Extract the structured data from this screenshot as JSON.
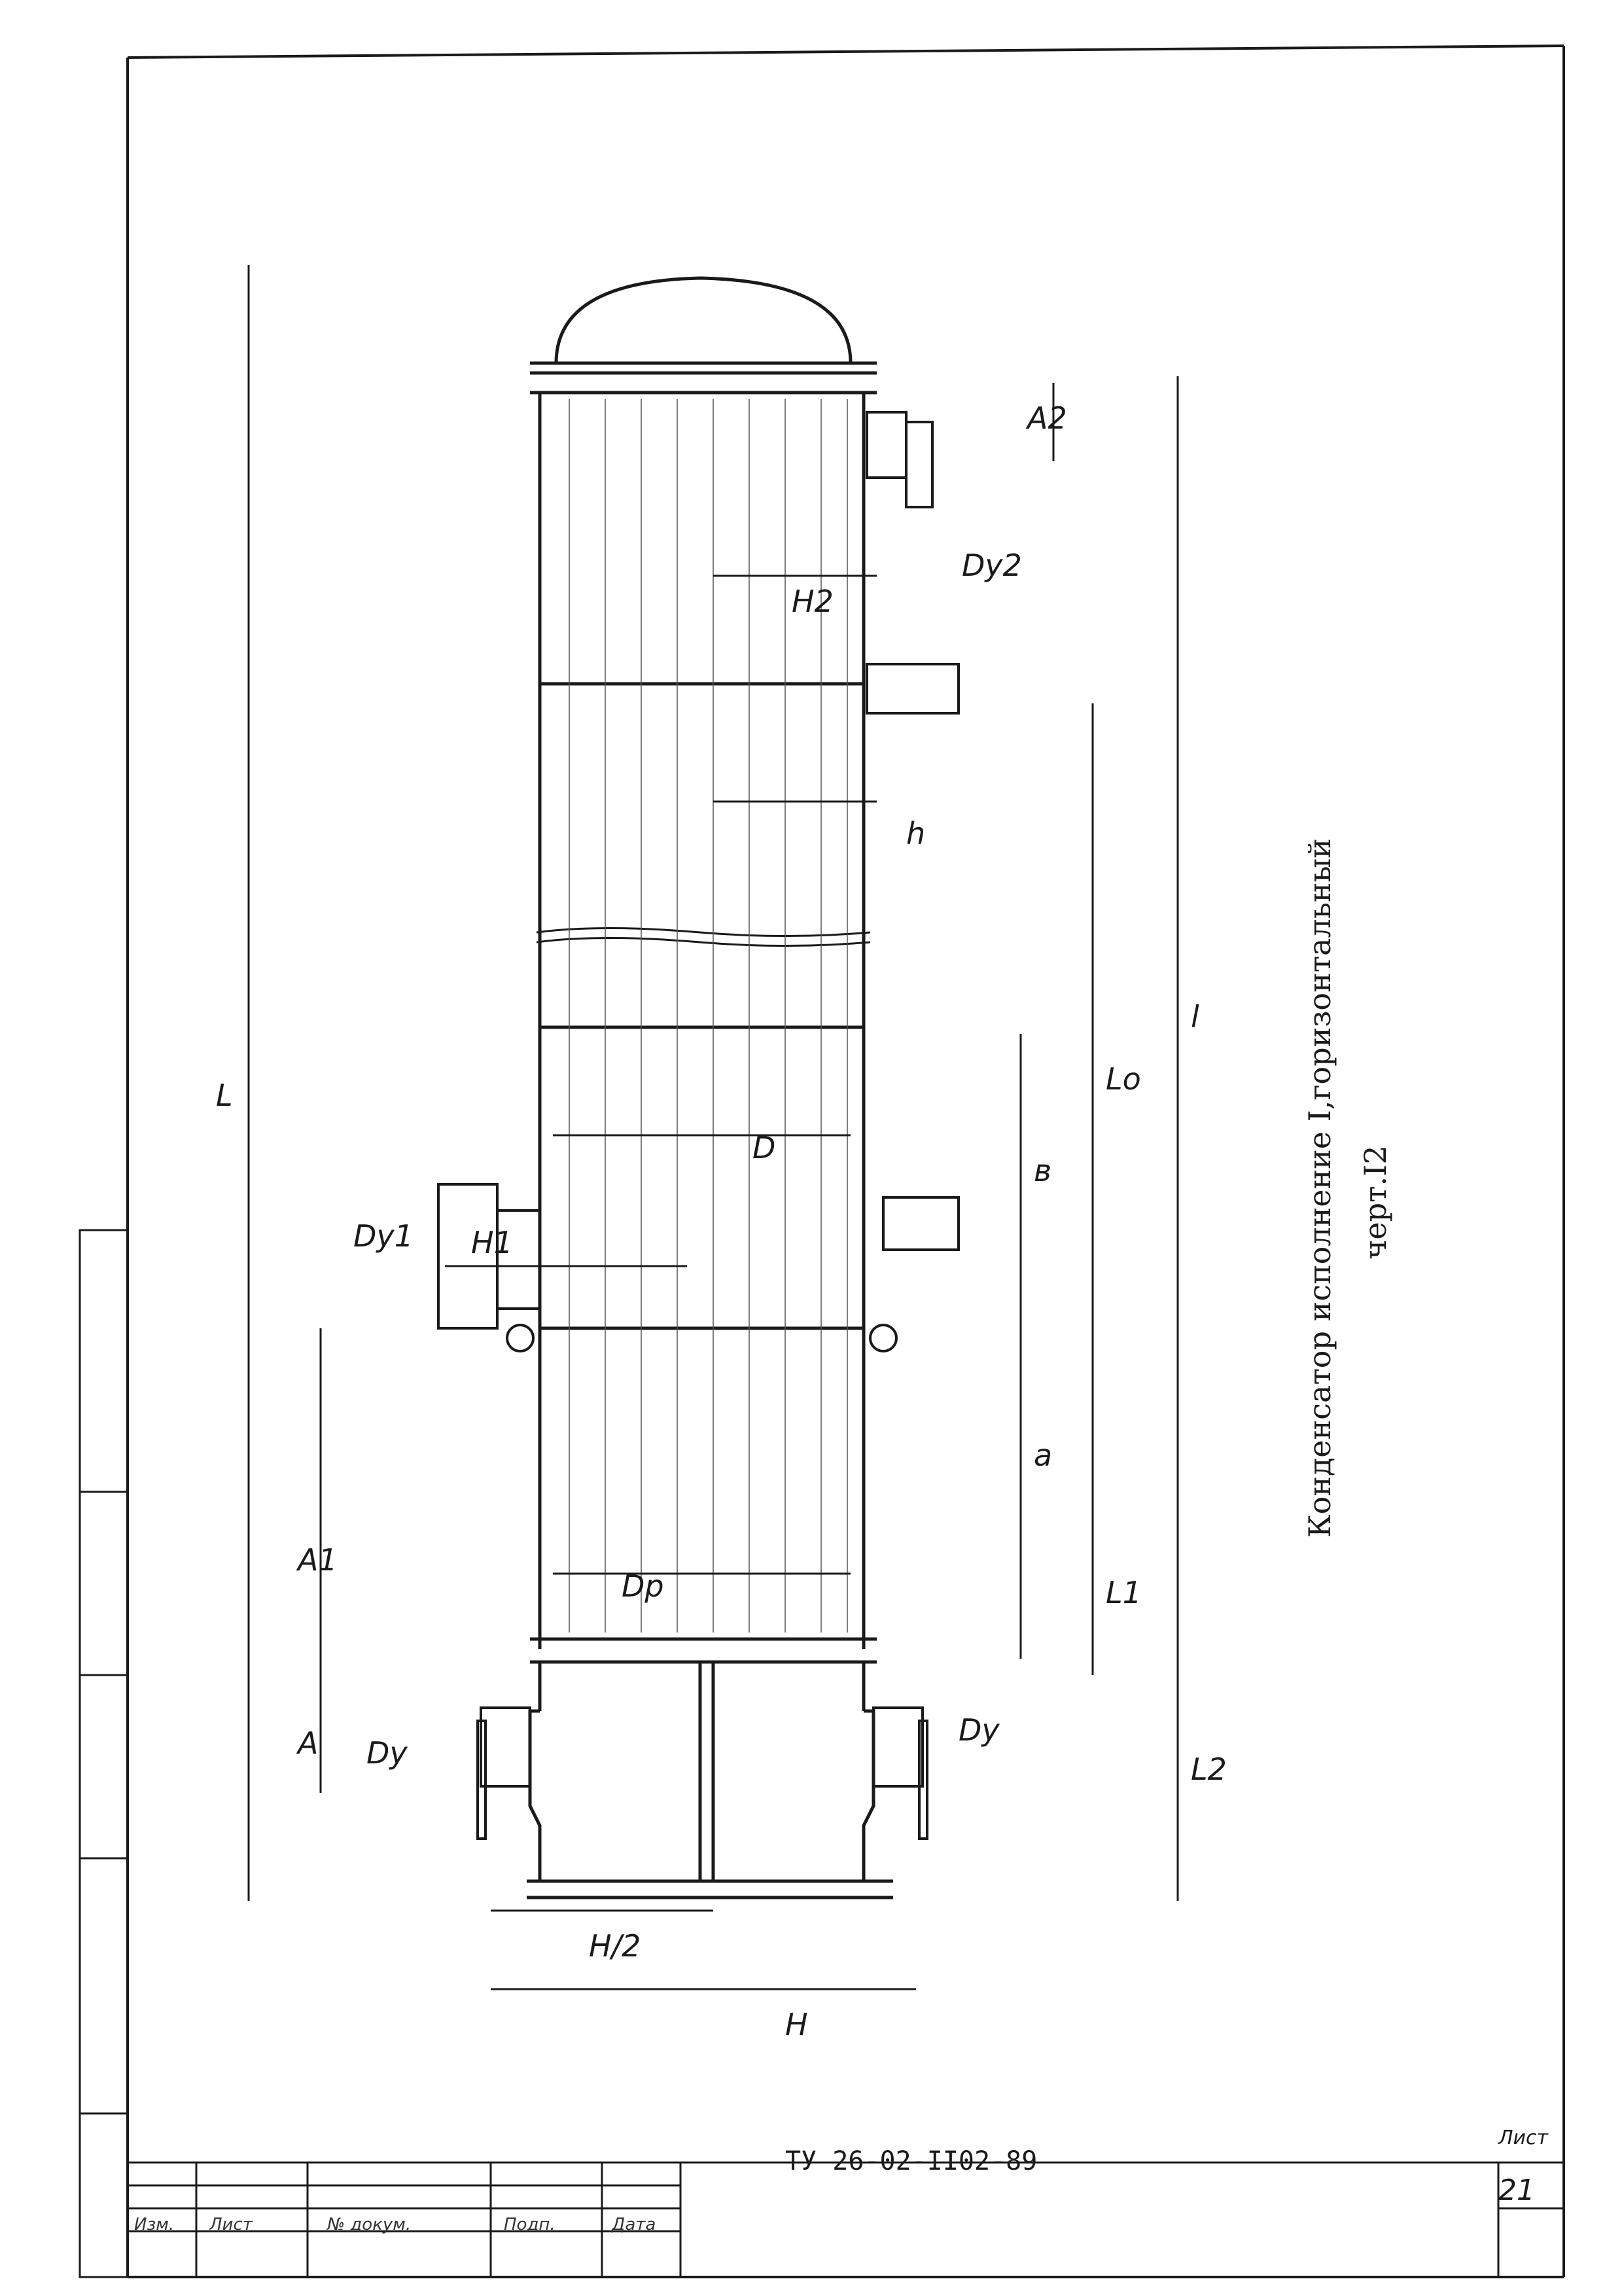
{
  "drawing": {
    "caption_line1": "Конденсатор исполнение I,горизонтальный",
    "caption_line2": "черт.I2",
    "doc_code": "ТУ 26-02-II02-89",
    "sheet_label": "Лист",
    "sheet_number": "21",
    "title_block_columns": [
      "Изм.",
      "Лист",
      "№ докум.",
      "Подп.",
      "Дата"
    ],
    "dimension_labels": {
      "L": "L",
      "l": "l",
      "Lo": "Lo",
      "L1": "L1",
      "L2": "L2",
      "a": "a",
      "b": "в",
      "D": "D",
      "Dp": "Dp",
      "H": "H",
      "H_half": "H/2",
      "H1": "H1",
      "H2": "H2",
      "h": "h",
      "A": "A",
      "A1": "A1",
      "A2": "A2",
      "Dy": "Dy",
      "Dy1": "Dy1",
      "Dy2": "Dy2"
    }
  }
}
